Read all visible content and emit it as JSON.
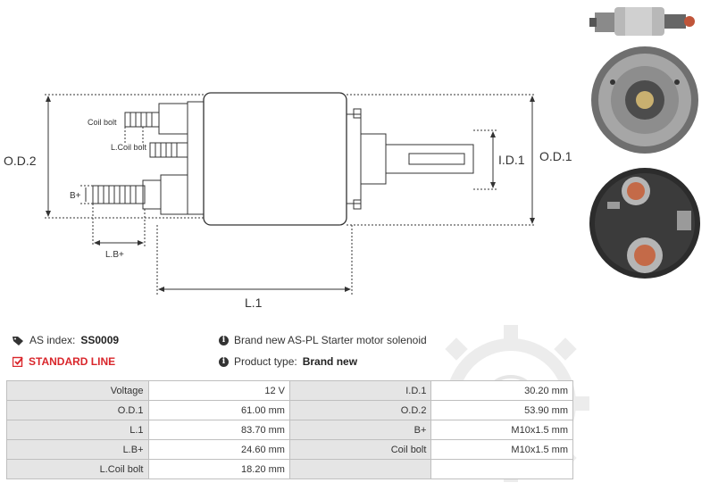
{
  "diagram": {
    "labels": {
      "od2": "O.D.2",
      "od1": "O.D.1",
      "id1": "I.D.1",
      "coil_bolt": "Coil bolt",
      "l_coil_bolt": "L.Coil bolt",
      "b_plus": "B+",
      "lb_plus": "L.B+",
      "l1": "L.1"
    }
  },
  "meta": {
    "as_index_label": "AS index:",
    "as_index_value": "SS0009",
    "line": "STANDARD LINE",
    "description": "Brand new AS-PL Starter motor solenoid",
    "product_type_label": "Product type:",
    "product_type_value": "Brand new"
  },
  "specs": [
    {
      "label": "Voltage",
      "value": "12 V",
      "label2": "I.D.1",
      "value2": "30.20 mm"
    },
    {
      "label": "O.D.1",
      "value": "61.00 mm",
      "label2": "O.D.2",
      "value2": "53.90 mm"
    },
    {
      "label": "L.1",
      "value": "83.70 mm",
      "label2": "B+",
      "value2": "M10x1.5 mm"
    },
    {
      "label": "L.B+",
      "value": "24.60 mm",
      "label2": "Coil bolt",
      "value2": "M10x1.5 mm"
    },
    {
      "label": "L.Coil bolt",
      "value": "18.20 mm",
      "label2": "",
      "value2": ""
    }
  ],
  "icons": {
    "tag": "tag-icon",
    "check": "check-square-icon",
    "info": "info-icon"
  },
  "colors": {
    "accent_red": "#d9262b",
    "table_label_bg": "#e5e5e5",
    "table_border": "#bfbfbf"
  }
}
